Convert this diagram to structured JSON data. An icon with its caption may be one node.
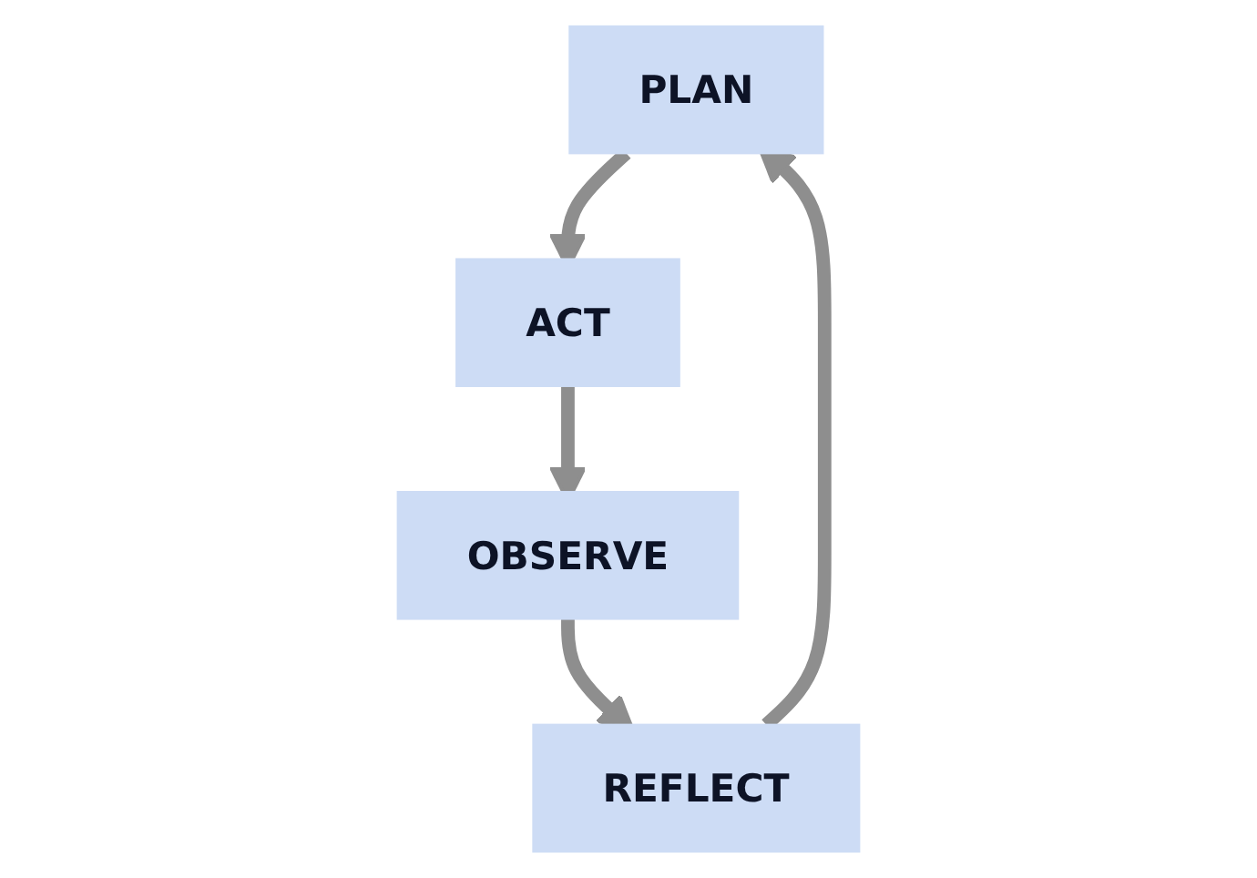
{
  "diagram": {
    "nodes": [
      {
        "text": [
          "PLAN"
        ]
      },
      {
        "text": [
          "ACT"
        ]
      },
      {
        "text": [
          "OBSERVE"
        ]
      },
      {
        "text": [
          "REFLECT"
        ]
      }
    ],
    "edges": [
      {
        "from": 0,
        "to": 1,
        "arrow": "to"
      },
      {
        "from": 1,
        "to": 2,
        "arrow": "to"
      },
      {
        "from": 2,
        "to": 3,
        "arrow": "to"
      },
      {
        "from": 3,
        "to": 0,
        "arrow": "to"
      }
    ]
  }
}
